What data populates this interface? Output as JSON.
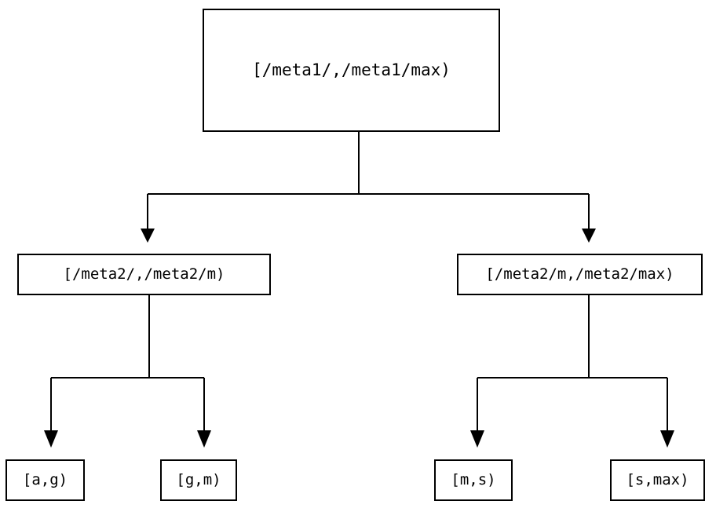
{
  "diagram": {
    "type": "tree",
    "background_color": "#ffffff",
    "line_color": "#000000",
    "text_color": "#000000",
    "nodes": {
      "root": {
        "label": "[/meta1/,/meta1/max)"
      },
      "meta2_low": {
        "label": "[/meta2/,/meta2/m)"
      },
      "meta2_high": {
        "label": "[/meta2/m,/meta2/max)"
      },
      "leaf_ag": {
        "label": "[a,g)"
      },
      "leaf_gm": {
        "label": "[g,m)"
      },
      "leaf_ms": {
        "label": "[m,s)"
      },
      "leaf_smax": {
        "label": "[s,max)"
      }
    },
    "edges": [
      {
        "from": "root",
        "to": "meta2_low",
        "arrow": "down"
      },
      {
        "from": "root",
        "to": "meta2_high",
        "arrow": "down"
      },
      {
        "from": "meta2_low",
        "to": "leaf_ag",
        "arrow": "down"
      },
      {
        "from": "meta2_low",
        "to": "leaf_gm",
        "arrow": "down"
      },
      {
        "from": "meta2_high",
        "to": "leaf_ms",
        "arrow": "down"
      },
      {
        "from": "meta2_high",
        "to": "leaf_smax",
        "arrow": "down"
      }
    ]
  }
}
